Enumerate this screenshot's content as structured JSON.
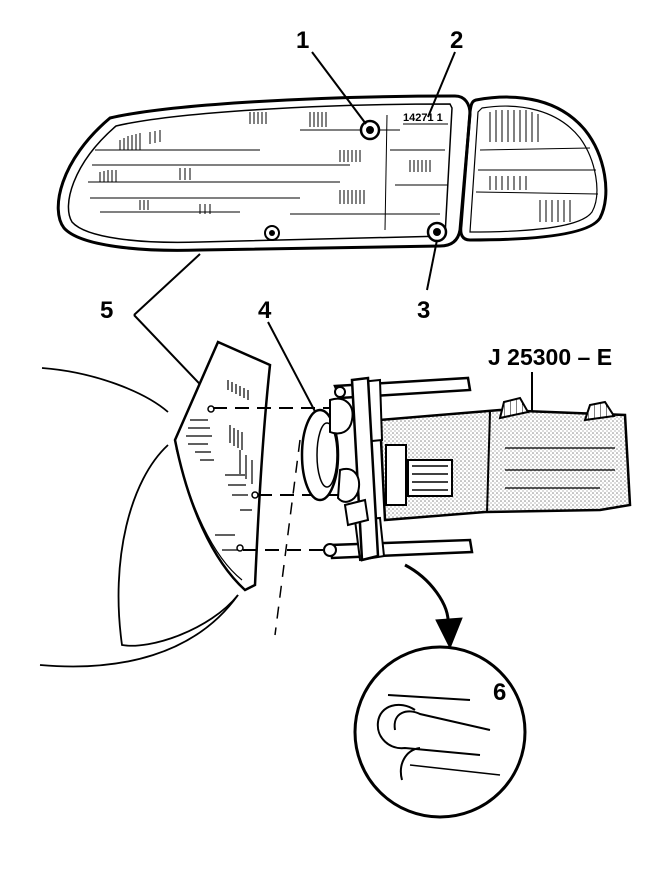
{
  "diagram": {
    "tool_label": "J 25300 – E",
    "part_number": "14271 1",
    "callouts": {
      "c1": "1",
      "c2": "2",
      "c3": "3",
      "c4": "4",
      "c5": "5",
      "c6": "6"
    }
  },
  "colors": {
    "ink": "#000000",
    "background": "#ffffff",
    "stipple": "#888888"
  }
}
